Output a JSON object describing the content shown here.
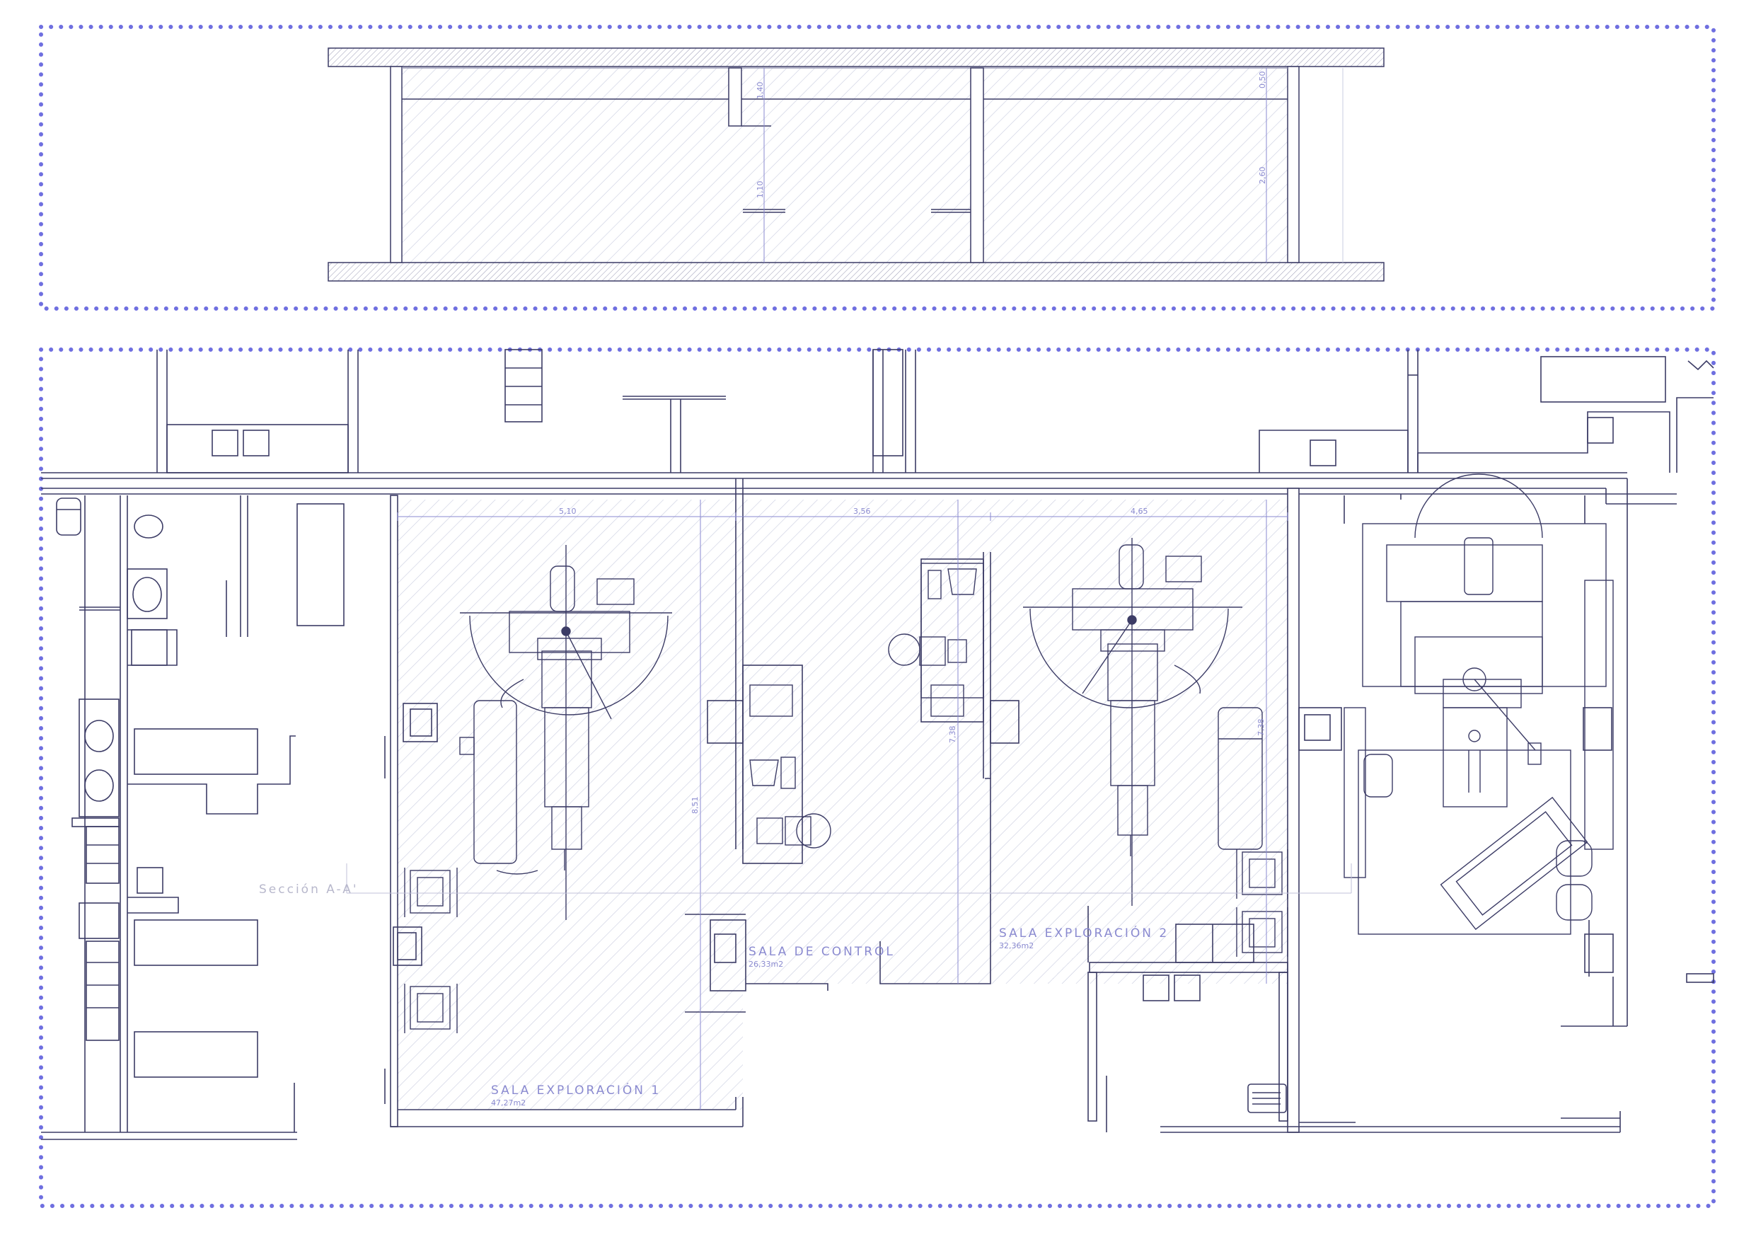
{
  "rooms": {
    "sala_exploracion_1": {
      "name": "SALA EXPLORACIÓN 1",
      "area": "47,27m2"
    },
    "sala_control": {
      "name": "SALA DE CONTROL",
      "area": "26,33m2"
    },
    "sala_exploracion_2": {
      "name": "SALA EXPLORACIÓN 2",
      "area": "32,36m2"
    }
  },
  "section": {
    "label": "Sección A-A'"
  },
  "dimensions": {
    "width_1": "5,10",
    "width_2": "3,56",
    "width_3": "4,65",
    "depth_1": "8,51",
    "depth_2": "7,38",
    "depth_3": "7,38",
    "sec_h1": "1,40",
    "sec_h2": "1,10",
    "sec_h3": "0,50",
    "sec_h4": "2,60"
  },
  "colors": {
    "frame": "#6f6fe0",
    "line": "#3c3c66",
    "hatch": "#c9cde0",
    "text": "#8a8ad0"
  }
}
